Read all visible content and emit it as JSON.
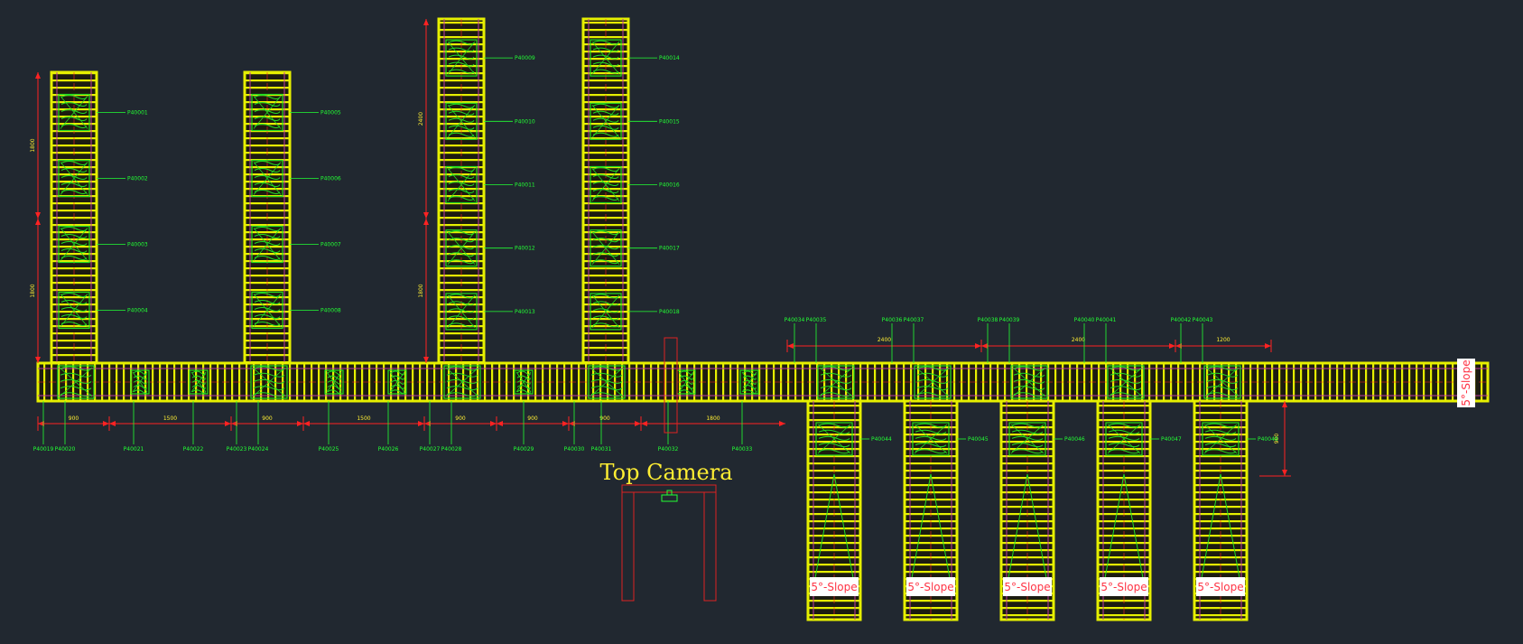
{
  "colors": {
    "background": "#212830",
    "frame": "#e6f000",
    "roller": "#1c1c10",
    "mesh": "#22dd22",
    "label": "#22ff33",
    "dimension": "#ff2222",
    "magenta": "#c03aa0",
    "camera": "#dd2222",
    "title": "#ffee33",
    "slope_box": "#ffffff",
    "slope_text": "#ff3344"
  },
  "camera": {
    "title": "Top Camera"
  },
  "main_line": {
    "end_label": "5°-Slope"
  },
  "vertical_conveyors": [
    {
      "id": "v1",
      "dims": [
        "1800",
        "1800"
      ],
      "tags": [
        "P40001",
        "P40002",
        "P40003",
        "P40004"
      ]
    },
    {
      "id": "v2",
      "dims": [],
      "tags": [
        "P40005",
        "P40006",
        "P40007",
        "P40008"
      ]
    },
    {
      "id": "v3",
      "dims": [
        "2400",
        "1800"
      ],
      "tags": [
        "P40009",
        "P40010",
        "P40011",
        "P40012",
        "P40013"
      ]
    },
    {
      "id": "v4",
      "dims": [],
      "tags": [
        "P40014",
        "P40015",
        "P40016",
        "P40017",
        "P40018"
      ]
    }
  ],
  "bottom_dimensions": [
    "900",
    "1500",
    "900",
    "1500",
    "900",
    "900",
    "900",
    "1800"
  ],
  "bottom_tags": [
    "P40019",
    "P40020",
    "P40021",
    "P40022",
    "P40023",
    "P40024",
    "P40025",
    "P40026",
    "P40027",
    "P40028",
    "P40029",
    "P40030",
    "P40031",
    "P40032",
    "P40033"
  ],
  "top_dimensions": [
    "2400",
    "2400",
    "1200"
  ],
  "top_tags": [
    "P40034",
    "P40035",
    "P40036",
    "P40037",
    "P40038",
    "P40039",
    "P40040",
    "P40041",
    "P40042",
    "P40043"
  ],
  "spurs": [
    {
      "tag": "P40044",
      "slope_label": "5°-Slope"
    },
    {
      "tag": "P40045",
      "slope_label": "5°-Slope"
    },
    {
      "tag": "P40046",
      "slope_label": "5°-Slope"
    },
    {
      "tag": "P40047",
      "slope_label": "5°-Slope"
    },
    {
      "tag": "P40048",
      "slope_label": "5°-Slope"
    }
  ],
  "spur_dimension": "900"
}
